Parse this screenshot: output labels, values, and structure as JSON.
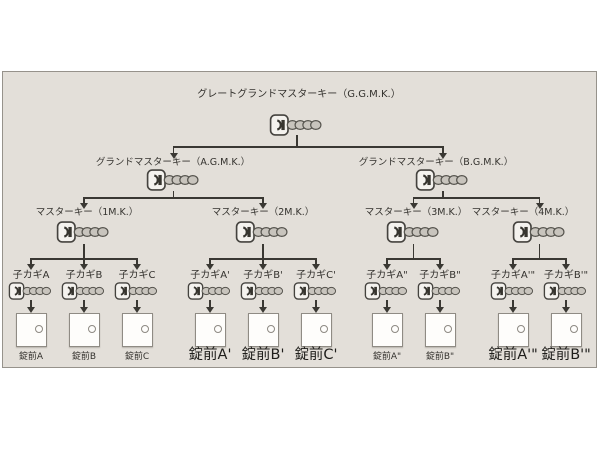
{
  "colors": {
    "page_background": "#ffffff",
    "panel_background": "#e3dfd9",
    "panel_border": "#96928b",
    "line": "#3a3833",
    "text": "#34322e",
    "key_head_fill": "#f4f2ee",
    "key_shaft_fill": "#c8c4bd",
    "lock_fill": "#fefdfb"
  },
  "tree": {
    "root": {
      "label": "グレートグランドマスターキー（G.G.M.K.）"
    },
    "grand_masters": [
      {
        "label": "グランドマスターキー（A.G.M.K.）"
      },
      {
        "label": "グランドマスターキー（B.G.M.K.）"
      }
    ],
    "master_keys": [
      {
        "label": "マスターキー（1M.K.）"
      },
      {
        "label": "マスターキー（2M.K.）"
      },
      {
        "label": "マスターキー（3M.K.）"
      },
      {
        "label": "マスターキー（4M.K.）"
      }
    ],
    "child_keys": [
      {
        "label": "子カギA"
      },
      {
        "label": "子カギB"
      },
      {
        "label": "子カギC"
      },
      {
        "label": "子カギA'"
      },
      {
        "label": "子カギB'"
      },
      {
        "label": "子カギC'"
      },
      {
        "label": "子カギA\""
      },
      {
        "label": "子カギB\""
      },
      {
        "label": "子カギA'\""
      },
      {
        "label": "子カギB'\""
      }
    ],
    "locks": [
      {
        "label": "錠前A"
      },
      {
        "label": "錠前B"
      },
      {
        "label": "錠前C"
      },
      {
        "label": "錠前A'"
      },
      {
        "label": "錠前B'"
      },
      {
        "label": "錠前C'"
      },
      {
        "label": "錠前A\""
      },
      {
        "label": "錠前B\""
      },
      {
        "label": "錠前A'\""
      },
      {
        "label": "錠前B'\""
      }
    ]
  }
}
